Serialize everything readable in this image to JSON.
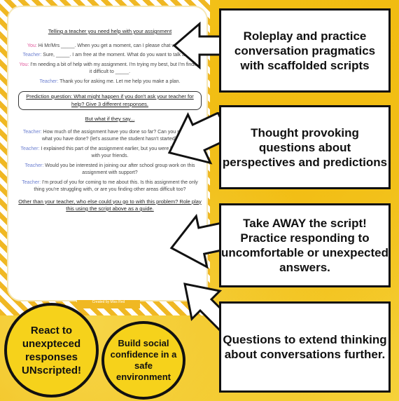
{
  "document": {
    "title": "Telling a teacher you need help with your assignment",
    "dialogue": [
      {
        "speaker": "You:",
        "text": " Hi Mr/Mrs _____. When you get a moment, can I please chat with you?"
      },
      {
        "speaker": "Teacher:",
        "text": " Sure, _____. I am free at the moment.  What do you want to talk about?"
      },
      {
        "speaker": "You:",
        "text": " I'm needing a bit of help with my assignment.  I'm trying my best, but I'm finding it difficult to _____."
      },
      {
        "speaker": "Teacher:",
        "text": " Thank you for asking me. Let me help you make a plan."
      }
    ],
    "prediction": "Prediction question: What might happen if you don't ask your teacher for help? Give 3 different responses.",
    "what_if": "But what if they say...",
    "responses": [
      {
        "speaker": "Teacher:",
        "text": " How much of the assignment have you done so far? Can you show me what you have done? (let's assume the student hasn't started)."
      },
      {
        "speaker": "Teacher:",
        "text": " I explained this part of the assignment earlier, but you were busy chatting with your friends."
      },
      {
        "speaker": "Teacher:",
        "text": " Would you be interested in joining our after school group work on this assignment with support?"
      },
      {
        "speaker": "Teacher:",
        "text": " I'm proud of you for coming to me about this. Is this assignment the only thing you're struggling with, or are you finding other areas difficult too?"
      }
    ],
    "closing": "Other than your teacher, who else could you go to with this problem?  Role play this using the script above as a guide.",
    "footer": "Created by Miss Red"
  },
  "features": [
    "Roleplay and practice conversation pragmatics with scaffolded scripts",
    "Thought provoking questions about perspectives and predictions",
    "Take AWAY the script! Practice responding to uncomfortable or unexpected answers.",
    "Questions to extend thinking about conversations further."
  ],
  "circles": [
    "React to unexpteced responses UNscripted!",
    "Build social confidence in a safe environment"
  ],
  "colors": {
    "background": "#f3c61e",
    "you": "#e0559a",
    "teacher": "#6c7fd0"
  }
}
